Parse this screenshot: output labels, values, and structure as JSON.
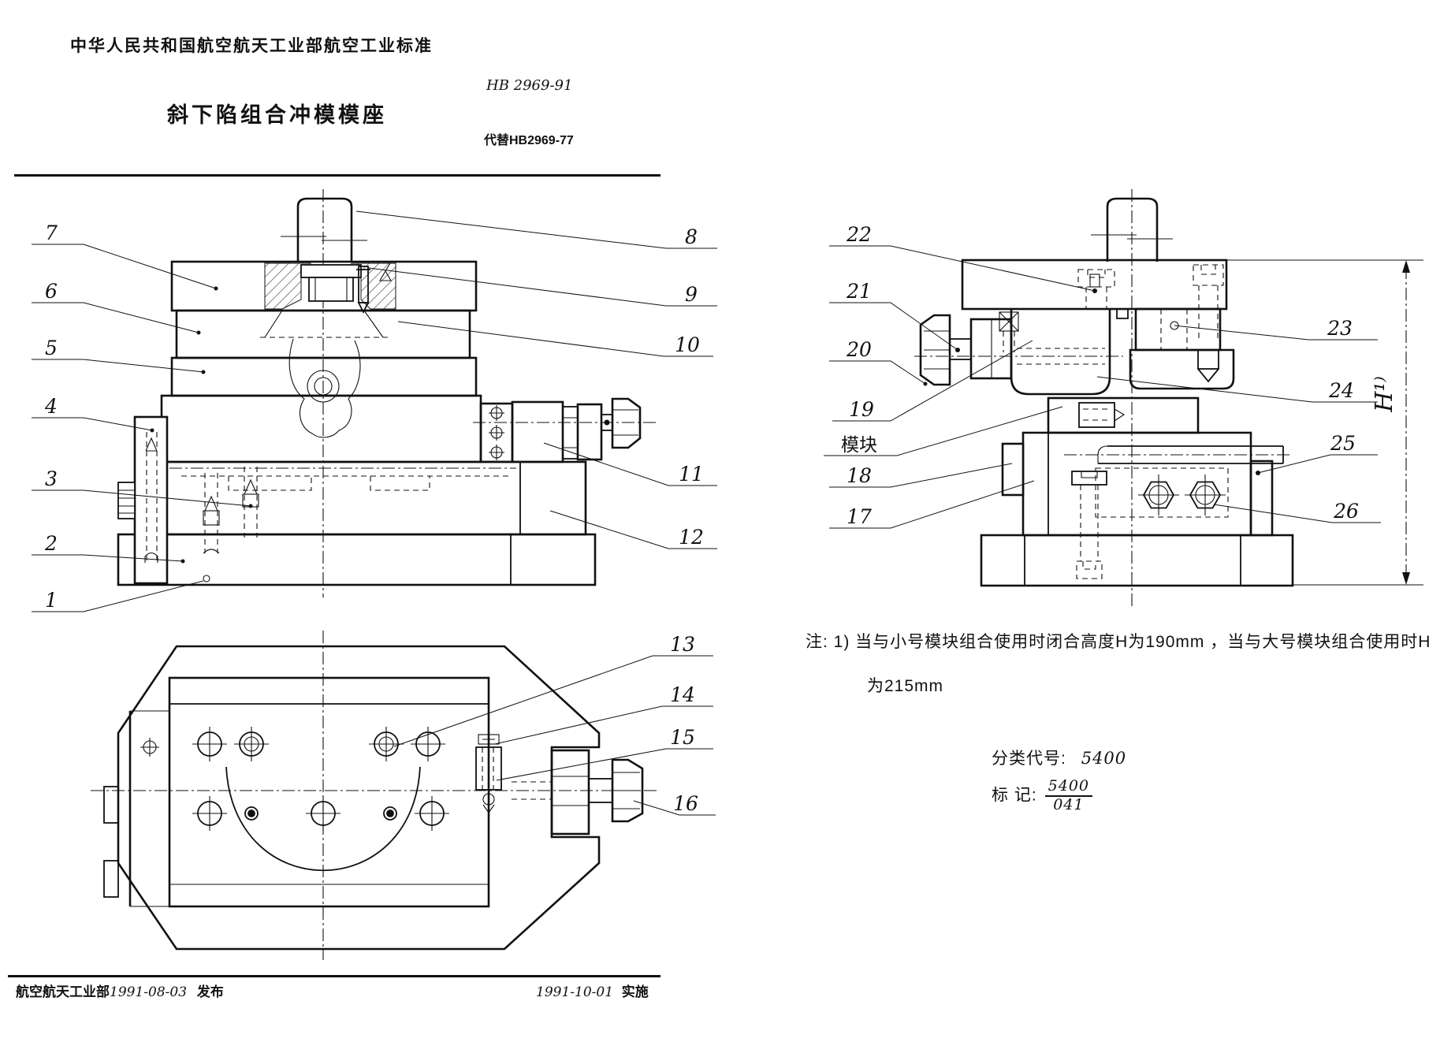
{
  "document": {
    "header": "中华人民共和国航空航天工业部航空工业标准",
    "standard_number": "HB 2969-91",
    "title": "斜下陷组合冲模模座",
    "supersedes": "代替HB2969-77",
    "note_line_1": "注: 1) 当与小号模块组合使用时闭合高度H为190mm ，当与大号模块组合使用时H",
    "note_line_2": "为215mm",
    "classification_label": "分类代号:",
    "classification_value": "5400",
    "marking_label": "标    记:",
    "marking_numerator": "5400",
    "marking_denominator": "041",
    "footer_issuer": "航空航天工业部",
    "footer_issue_date": "1991-08-03",
    "footer_issue_word": "发布",
    "footer_impl_date": "1991-10-01",
    "footer_impl_word": "实施",
    "closed_height_dim": "H¹⁾"
  },
  "callouts": {
    "n1": "1",
    "n2": "2",
    "n3": "3",
    "n4": "4",
    "n5": "5",
    "n6": "6",
    "n7": "7",
    "n8": "8",
    "n9": "9",
    "n10": "10",
    "n11": "11",
    "n12": "12",
    "n13": "13",
    "n14": "14",
    "n15": "15",
    "n16": "16",
    "n17": "17",
    "n18": "18",
    "n19": "19",
    "n20": "20",
    "n21": "21",
    "n22": "22",
    "n23": "23",
    "n24": "24",
    "n25": "25",
    "n26": "26",
    "module": "模块"
  },
  "colors": {
    "ink": "#111111",
    "paper": "#ffffff"
  }
}
